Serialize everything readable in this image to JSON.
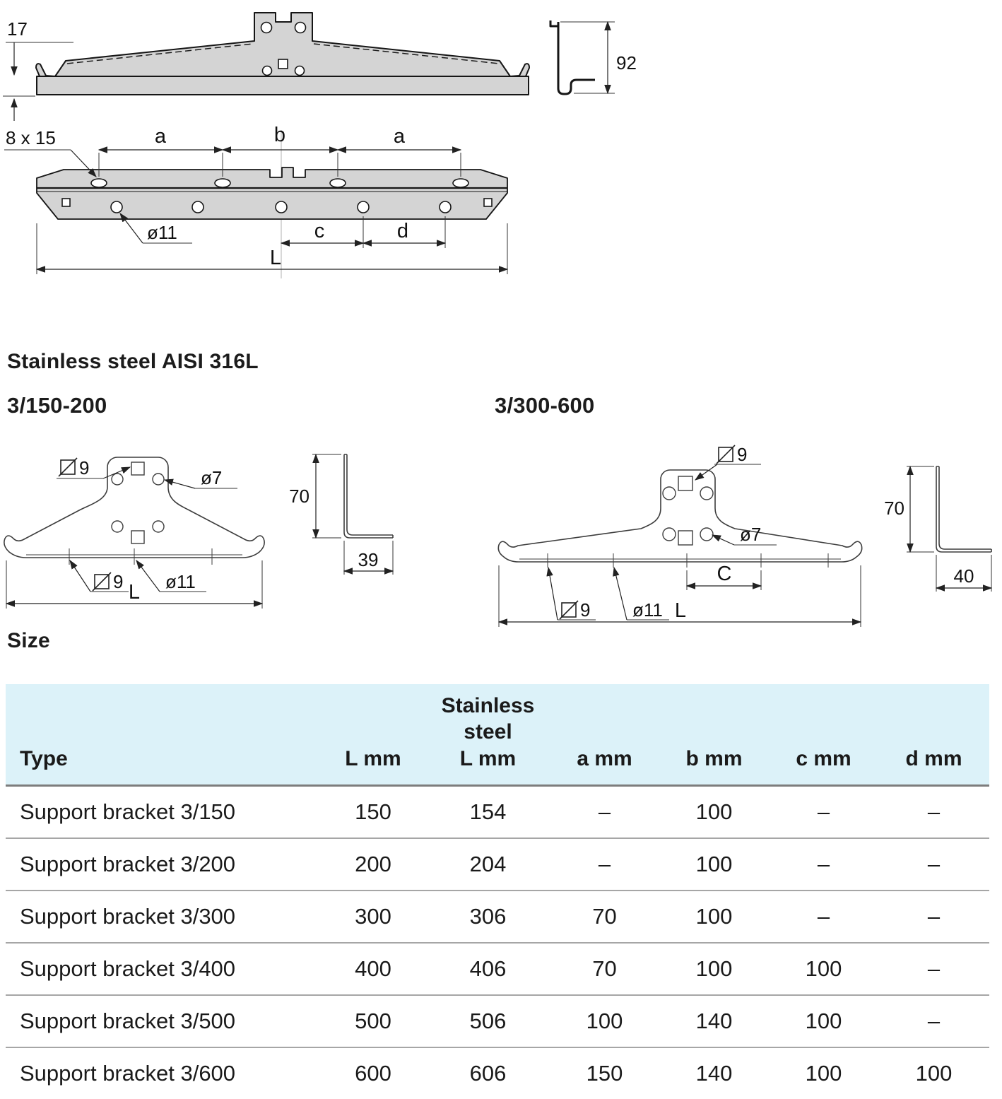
{
  "material_heading": "Stainless steel AISI 316L",
  "size_heading": "Size",
  "variants": [
    {
      "label": "3/150-200"
    },
    {
      "label": "3/300-600"
    }
  ],
  "drawings": {
    "elevation": {
      "flange_height": "17",
      "profile_height": "92"
    },
    "plan": {
      "slot_size": "8 x 15",
      "dim_a": "a",
      "dim_b": "b",
      "dim_c": "c",
      "dim_d": "d",
      "hole_dia": "ø11",
      "length": "L"
    },
    "v150": {
      "square_top": "9",
      "hole_top": "ø7",
      "square_bottom": "9",
      "hole_bottom": "ø11",
      "length": "L",
      "height": "70",
      "depth": "39"
    },
    "v300": {
      "square_top": "9",
      "hole_top": "ø7",
      "square_bottom": "9",
      "hole_bottom": "ø11",
      "dim_c": "C",
      "length": "L",
      "height": "70",
      "depth": "40"
    }
  },
  "table": {
    "headers": {
      "type": "Type",
      "l": "L mm",
      "ss_line1": "Stainless",
      "ss_line2": "steel",
      "ss_l": "L mm",
      "a": "a mm",
      "b": "b mm",
      "c": "c mm",
      "d": "d mm"
    },
    "rows": [
      {
        "type": "Support bracket 3/150",
        "l": "150",
        "ss_l": "154",
        "a": "–",
        "b": "100",
        "c": "–",
        "d": "–"
      },
      {
        "type": "Support bracket 3/200",
        "l": "200",
        "ss_l": "204",
        "a": "–",
        "b": "100",
        "c": "–",
        "d": "–"
      },
      {
        "type": "Support bracket 3/300",
        "l": "300",
        "ss_l": "306",
        "a": "70",
        "b": "100",
        "c": "–",
        "d": "–"
      },
      {
        "type": "Support bracket 3/400",
        "l": "400",
        "ss_l": "406",
        "a": "70",
        "b": "100",
        "c": "100",
        "d": "–"
      },
      {
        "type": "Support bracket 3/500",
        "l": "500",
        "ss_l": "506",
        "a": "100",
        "b": "140",
        "c": "100",
        "d": "–"
      },
      {
        "type": "Support bracket 3/600",
        "l": "600",
        "ss_l": "606",
        "a": "150",
        "b": "140",
        "c": "100",
        "d": "100"
      }
    ]
  },
  "colors": {
    "table_header_bg": "#dcf2f9",
    "drawing_fill": "#d4d4d4",
    "text": "#1a1a1a"
  }
}
